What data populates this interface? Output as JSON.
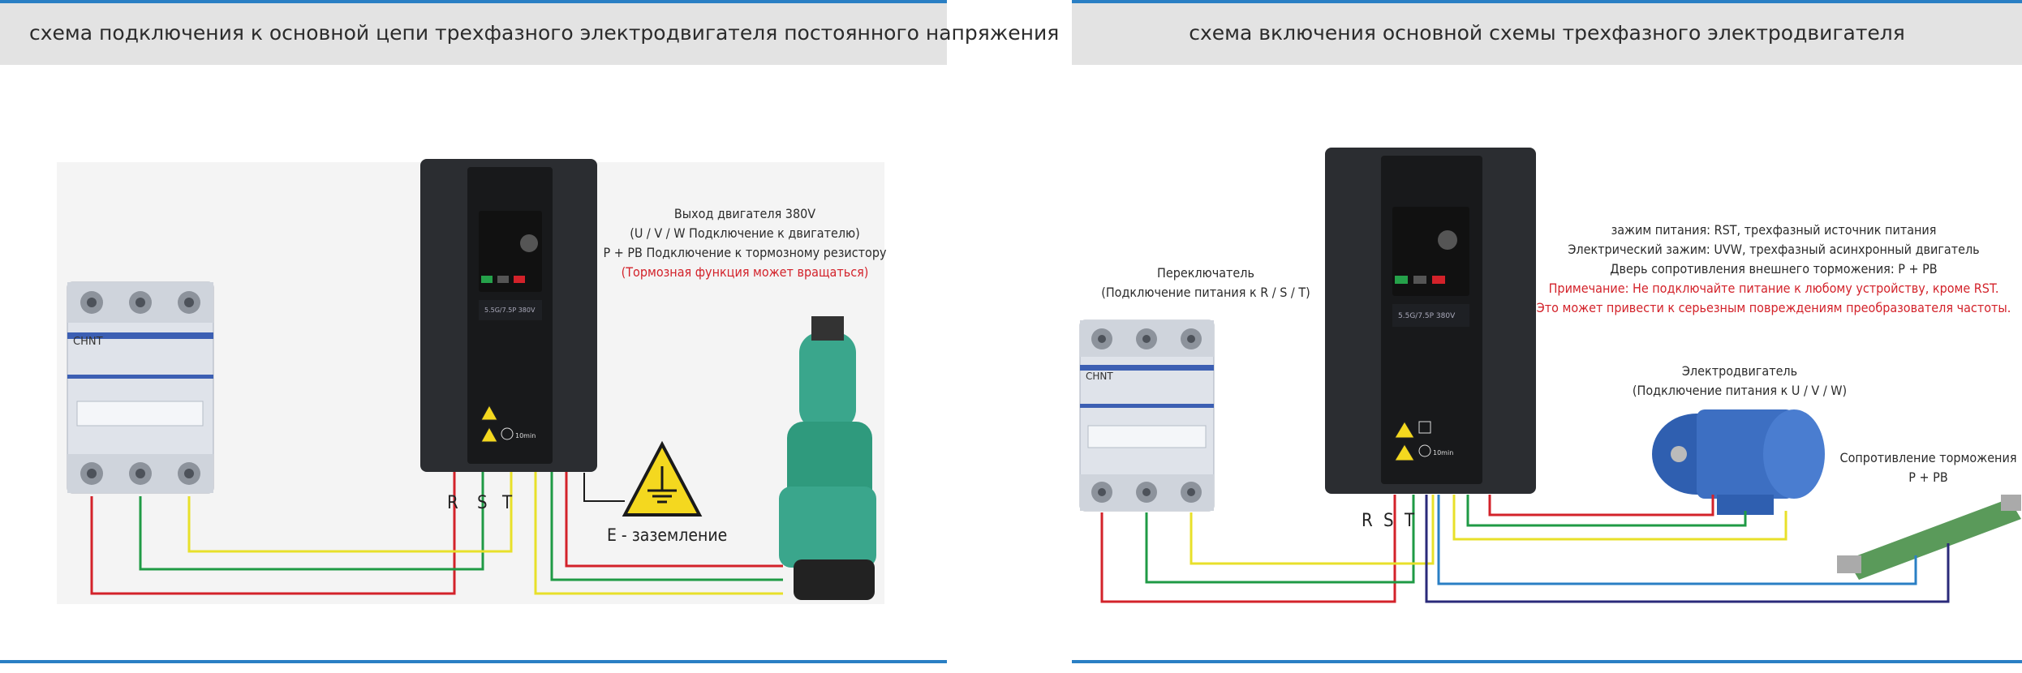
{
  "left": {
    "title": "схема подключения к основной цепи трехфазного электродвигателя постоянного напряжения",
    "notes": {
      "line1": "Выход двигателя 380V",
      "line2": "(U / V / W Подключение к двигателю)",
      "line3": "P + PB Подключение к тормозному резистору",
      "line4": "(Тормозная функция может вращаться)"
    },
    "terminals": {
      "r": "R",
      "s": "S",
      "t": "T"
    },
    "ground_label": "E - заземление",
    "breaker_brand": "CHNT",
    "drive_label": "5.5G/7.5P 380V",
    "warning_timer": "10min"
  },
  "right": {
    "title": "схема включения основной схемы трехфазного электродвигателя",
    "switch_label": {
      "line1": "Переключатель",
      "line2": "(Подключение питания к R / S / T)"
    },
    "notes": {
      "line1": "зажим питания: RST, трехфазный источник питания",
      "line2": "Электрический зажим: UVW, трехфазный асинхронный двигатель",
      "line3": "Дверь сопротивления внешнего торможения: P + PB",
      "line4": "Примечание: Не подключайте питание к любому устройству, кроме RST.",
      "line5": "Это может привести к серьезным повреждениям преобразователя частоты."
    },
    "motor_label": {
      "line1": "Электродвигатель",
      "line2": "(Подключение питания к U / V / W)"
    },
    "resistor_label": {
      "line1": "Сопротивление торможения",
      "line2": "P + PB"
    },
    "terminals": {
      "r": "R",
      "s": "S",
      "t": "T"
    },
    "breaker_brand": "CHNT",
    "drive_label": "5.5G/7.5P 380V",
    "warning_timer": "10min"
  },
  "colors": {
    "accent": "#2a7fc4",
    "header_bg": "#e3e3e3",
    "wire_red": "#d3222a",
    "wire_green": "#1f9a45",
    "wire_yellow": "#e8e02a",
    "wire_blue": "#2a7fc4",
    "wire_navy": "#2a2a7a",
    "warning_red": "#d3222a"
  },
  "icons": [
    "ground-warning-icon",
    "hazard-triangle-icon",
    "manual-book-icon",
    "timer-icon"
  ]
}
